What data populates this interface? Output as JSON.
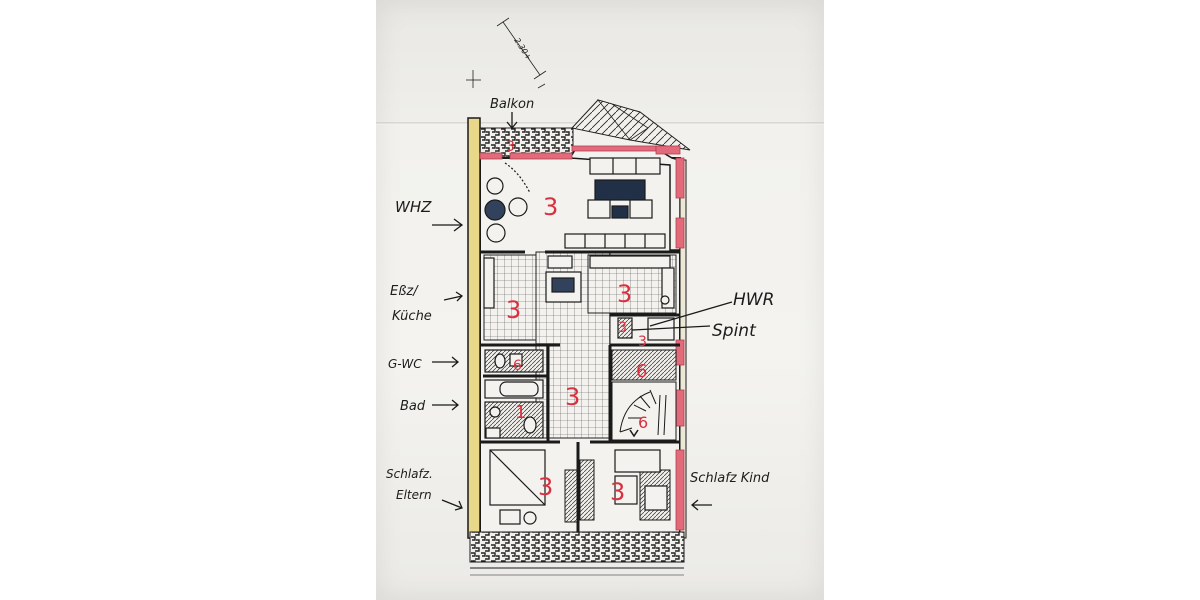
{
  "labels": {
    "balkon": "Balkon",
    "whz": "WHZ",
    "esszimmer": "Eßz/",
    "kueche": "Küche",
    "gwc": "G-WC",
    "bad": "Bad",
    "schlafz_eltern_line1": "Schlafz.",
    "schlafz_eltern_line2": "Eltern",
    "hwr": "HWR",
    "spint": "Spint",
    "schlafz_kind": "Schlafz Kind",
    "dimension": "2.30+"
  },
  "room_numbers": {
    "balkon": "3",
    "whz": "3",
    "esszimmer": "3",
    "kueche": "3",
    "hwr": "3",
    "spint": "3",
    "stair_landing": "6",
    "stairs": "6",
    "gwc": "6",
    "bad": "1",
    "flur": "3",
    "schlafz_eltern": "3",
    "schlafz_kind": "3"
  },
  "colors": {
    "outline": "#1a1a1a",
    "outer_wall_yellow": "#e9d78a",
    "insulation_pink": "#e26a7a",
    "room_number_red": "#d9303f"
  }
}
